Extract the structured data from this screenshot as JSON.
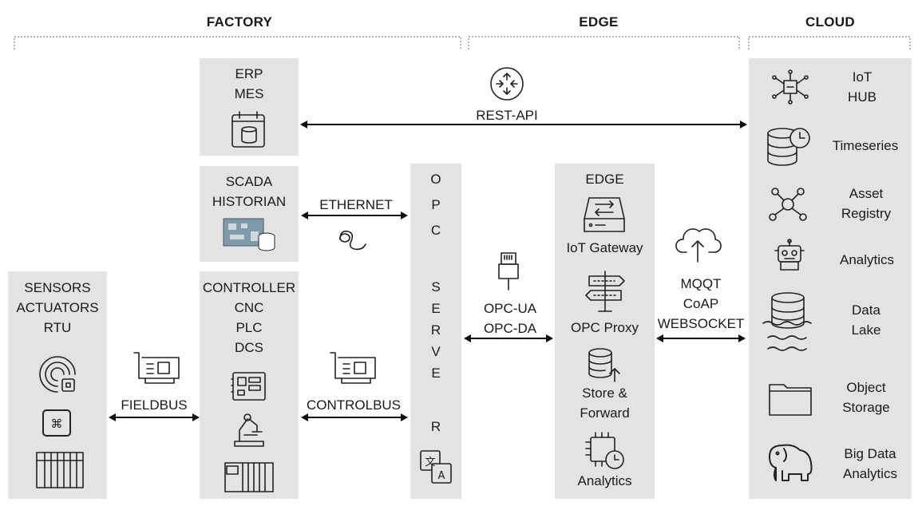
{
  "zones": {
    "factory": "FACTORY",
    "edge": "EDGE",
    "cloud": "CLOUD"
  },
  "factory": {
    "field_devices": [
      "SENSORS",
      "ACTUATORS",
      "RTU"
    ],
    "erp_mes": [
      "ERP",
      "MES"
    ],
    "scada_historian": [
      "SCADA",
      "HISTORIAN"
    ],
    "controller": [
      "CONTROLLER",
      "CNC",
      "PLC",
      "DCS"
    ]
  },
  "opc_server_letters": [
    "O",
    "P",
    "C",
    "S",
    "E",
    "R",
    "V",
    "E",
    "R"
  ],
  "links": {
    "fieldbus": "FIELDBUS",
    "controlbus": "CONTROLBUS",
    "ethernet": "ETHERNET",
    "rest_api": "REST-API",
    "opc": [
      "OPC-UA",
      "OPC-DA"
    ],
    "cloud_protocols": [
      "MQQT",
      "CoAP",
      "WEBSOCKET"
    ]
  },
  "edge": {
    "title": "EDGE",
    "items": {
      "iot_gateway": "IoT Gateway",
      "opc_proxy": "OPC Proxy",
      "store_forward": [
        "Store &",
        "Forward"
      ],
      "analytics": "Analytics"
    }
  },
  "cloud": {
    "iot_hub": [
      "IoT",
      "HUB"
    ],
    "timeseries": "Timeseries",
    "asset_registry": [
      "Asset",
      "Registry"
    ],
    "analytics": "Analytics",
    "data_lake": [
      "Data",
      "Lake"
    ],
    "object_storage": [
      "Object",
      "Storage"
    ],
    "big_data": [
      "Big Data",
      "Analytics"
    ]
  },
  "icons": [
    "radar-sensor-icon",
    "actuator-key-icon",
    "rtu-rack-icon",
    "pci-card-icon",
    "database-calendar-icon",
    "scada-board-icon",
    "motherboard-icon",
    "robot-arm-icon",
    "plc-rack-icon",
    "translate-icon",
    "router-icon",
    "ethernet-cable-icon",
    "mouse-cable-icon",
    "gateway-server-icon",
    "signpost-icon",
    "database-upload-icon",
    "chip-clock-icon",
    "cloud-upload-icon",
    "hub-icon",
    "timeseries-db-icon",
    "network-icon",
    "robot-icon",
    "data-lake-icon",
    "folder-icon",
    "elephant-icon"
  ]
}
